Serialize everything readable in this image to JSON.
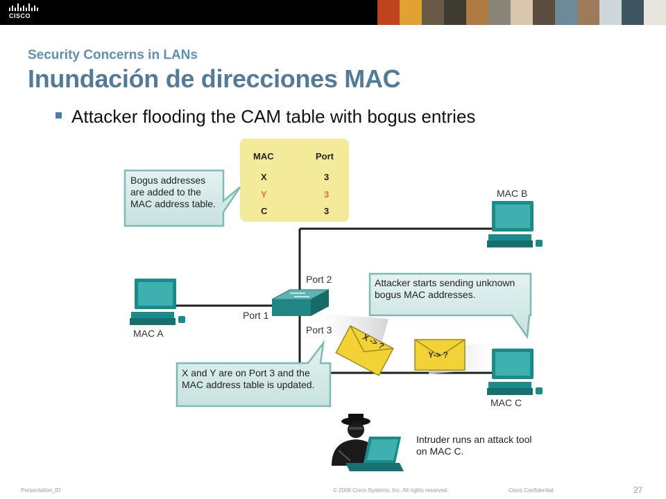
{
  "header": {
    "brand_text": "CISCO",
    "photo_colors": [
      "#c0431f",
      "#e2a233",
      "#6b5a48",
      "#3f3a32",
      "#b07a45",
      "#8a8378",
      "#d8c7ad",
      "#5a4c3e",
      "#6e8a9a",
      "#9b7b5c",
      "#cfd6db",
      "#3f5561",
      "#e8e4de"
    ]
  },
  "slide": {
    "subtitle": "Security Concerns in LANs",
    "title": "Inundación de direcciones MAC",
    "bullet": "Attacker flooding the CAM table with bogus entries"
  },
  "cam_table": {
    "headers": {
      "mac": "MAC",
      "port": "Port"
    },
    "rows": [
      {
        "mac": "X",
        "port": "3"
      },
      {
        "mac": "Y",
        "port": "3"
      },
      {
        "mac": "C",
        "port": "3"
      }
    ],
    "highlight_color": "#e8731c"
  },
  "callouts": {
    "bogus": "Bogus addresses are added to the MAC address table.",
    "attacker": "Attacker starts sending unknown bogus MAC addresses.",
    "xy_port3": "X and Y are on Port 3 and the MAC address table is updated.",
    "intruder": "Intruder runs an attack tool on MAC C."
  },
  "labels": {
    "mac_a": "MAC A",
    "mac_b": "MAC B",
    "mac_c": "MAC C",
    "port1": "Port 1",
    "port2": "Port 2",
    "port3": "Port 3",
    "envelope1": "X -> ?",
    "envelope2": "Y-> ?"
  },
  "footer": {
    "presentation_id": "Presentation_ID",
    "copyright": "© 2008 Cisco Systems, Inc. All rights reserved.",
    "confidential": "Cisco Confidential",
    "page": "27"
  },
  "colors": {
    "title": "#527a99",
    "subtitle": "#5f8fb4",
    "callout_fill": "#d6ebe9",
    "callout_border": "#7fb9b4",
    "cam_fill": "#f3ea9a",
    "computer": "#1b8a8a",
    "envelope": "#f2d234"
  }
}
